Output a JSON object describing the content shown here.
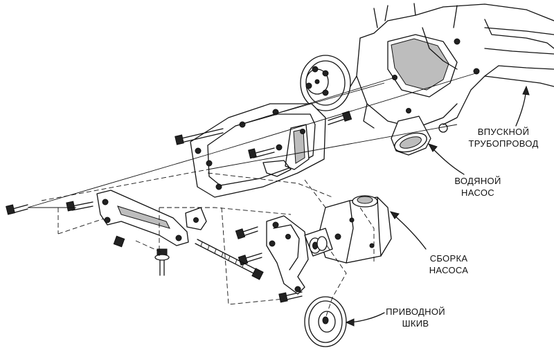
{
  "labels": {
    "intake_manifold": [
      "ВПУСКНОЙ",
      "ТРУБОПРОВОД"
    ],
    "water_pump": [
      "ВОДЯНОЙ",
      "НАСОС"
    ],
    "pump_assembly": [
      "СБОРКА",
      "НАСОСА"
    ],
    "drive_pulley": [
      "ПРИВОДНОЙ",
      "ШКИВ"
    ]
  },
  "colors": {
    "ink": "#111111",
    "shade": "#bdbdbd",
    "background": "#ffffff"
  }
}
